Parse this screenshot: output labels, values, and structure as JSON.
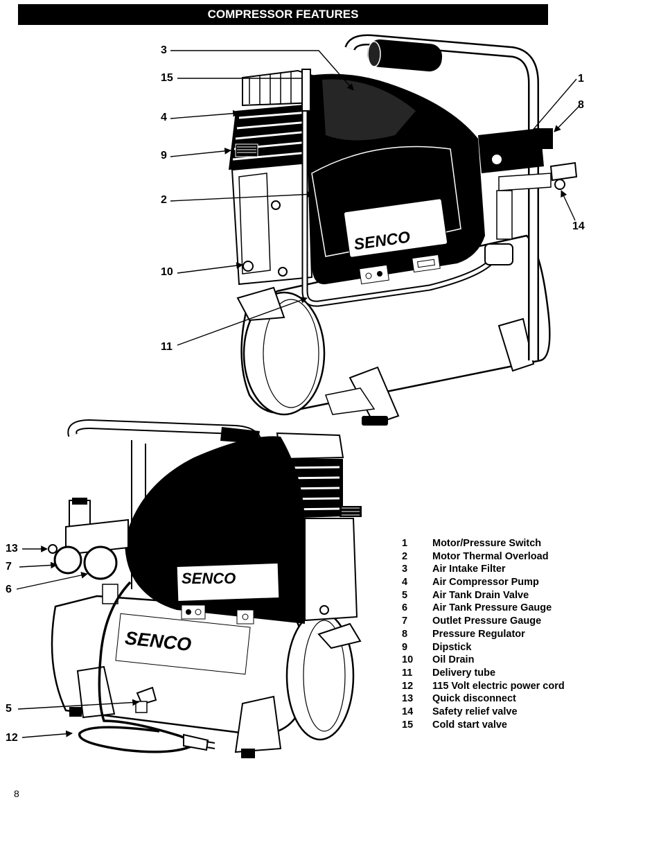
{
  "header": {
    "title": "COMPRESSOR FEATURES"
  },
  "illustration": {
    "brand_logo": "SENCO",
    "top_callouts": [
      {
        "num": "3"
      },
      {
        "num": "15"
      },
      {
        "num": "4"
      },
      {
        "num": "9"
      },
      {
        "num": "2"
      },
      {
        "num": "10"
      },
      {
        "num": "11"
      },
      {
        "num": "1"
      },
      {
        "num": "8"
      },
      {
        "num": "14"
      }
    ],
    "bottom_callouts": [
      {
        "num": "13"
      },
      {
        "num": "7"
      },
      {
        "num": "6"
      },
      {
        "num": "5"
      },
      {
        "num": "12"
      }
    ]
  },
  "legend": {
    "items": [
      {
        "num": "1",
        "label": "Motor/Pressure Switch"
      },
      {
        "num": "2",
        "label": "Motor Thermal Overload"
      },
      {
        "num": "3",
        "label": "Air Intake Filter"
      },
      {
        "num": "4",
        "label": "Air Compressor Pump"
      },
      {
        "num": "5",
        "label": "Air Tank Drain Valve"
      },
      {
        "num": "6",
        "label": "Air Tank Pressure Gauge"
      },
      {
        "num": "7",
        "label": "Outlet Pressure Gauge"
      },
      {
        "num": "8",
        "label": "Pressure Regulator"
      },
      {
        "num": "9",
        "label": "Dipstick"
      },
      {
        "num": "10",
        "label": "Oil Drain"
      },
      {
        "num": "11",
        "label": "Delivery tube"
      },
      {
        "num": "12",
        "label": "115 Volt electric power cord"
      },
      {
        "num": "13",
        "label": "Quick disconnect"
      },
      {
        "num": "14",
        "label": "Safety relief valve"
      },
      {
        "num": "15",
        "label": "Cold start valve"
      }
    ]
  },
  "footer": {
    "page_number": "8"
  }
}
